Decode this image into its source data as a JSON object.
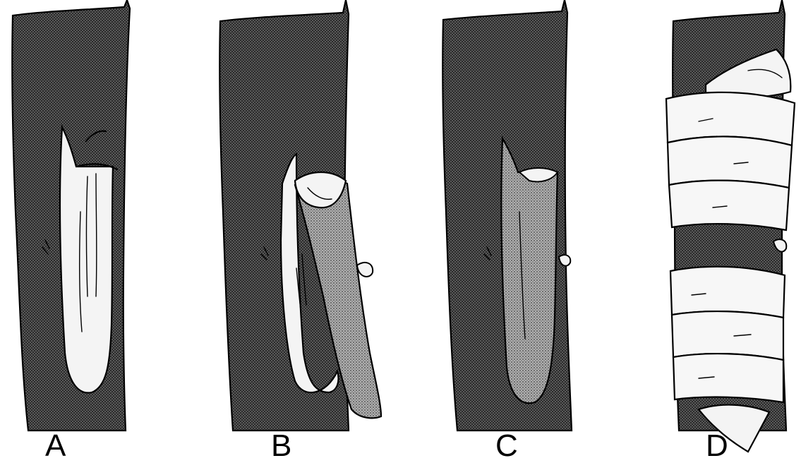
{
  "figure": {
    "panels": [
      {
        "id": "A",
        "label": "A"
      },
      {
        "id": "B",
        "label": "B"
      },
      {
        "id": "C",
        "label": "C"
      },
      {
        "id": "D",
        "label": "D"
      }
    ]
  },
  "colors": {
    "bark": "#4a4a4a",
    "cambium": "#f4f4f4",
    "scion": "#8a8a8a",
    "wrap": "#f7f7f7",
    "ink": "#000000"
  }
}
